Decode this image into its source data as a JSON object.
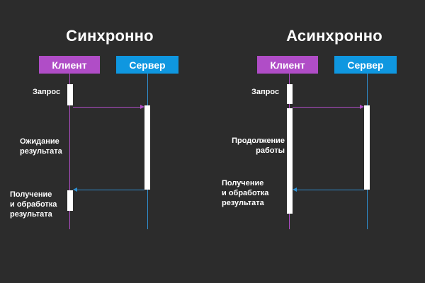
{
  "colors": {
    "background": "#2c2c2c",
    "client": "#b04dc7",
    "server": "#0f97e0",
    "server_line": "#2f8fd0",
    "activation": "#ffffff"
  },
  "sync": {
    "title": "Синхронно",
    "client_label": "Клиент",
    "server_label": "Сервер",
    "request_label": "Запрос",
    "waiting_label": "Ожидание\nрезультата",
    "result_label": "Получение\nи обработка\nрезультата"
  },
  "async": {
    "title": "Асинхронно",
    "client_label": "Клиент",
    "server_label": "Сервер",
    "request_label": "Запрос",
    "continue_label": "Продолжение\nработы",
    "result_label": "Получение\nи обработка\nрезультата"
  }
}
